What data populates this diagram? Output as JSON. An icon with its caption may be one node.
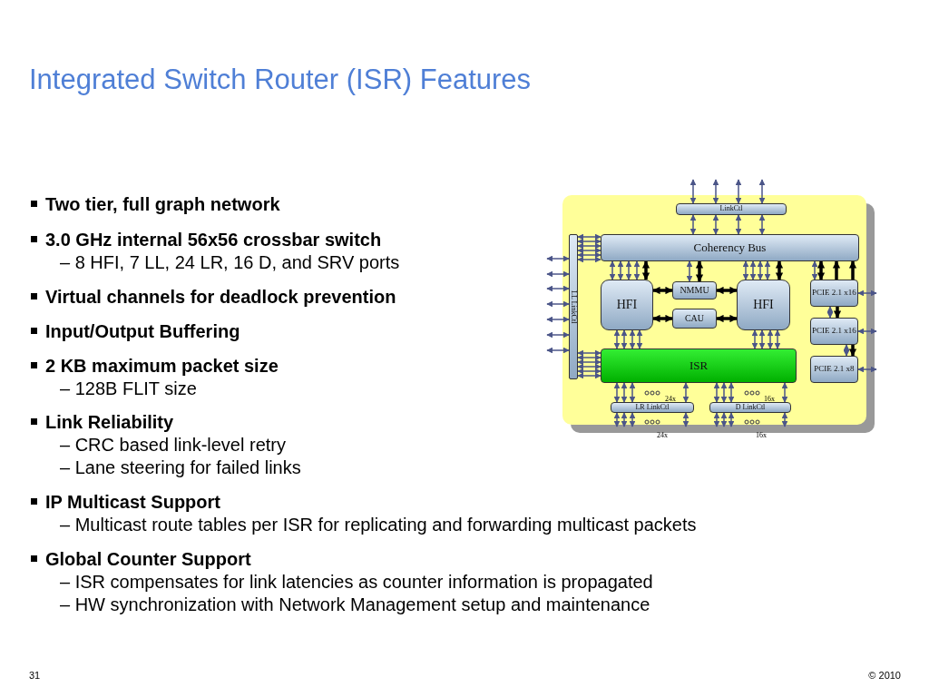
{
  "diagram": {
    "title": "Integrated Switch Router (ISR) Features",
    "nodes": [
      {
        "text": [],
        "shape": "box"
      },
      {
        "text": [
          "LinkCtl"
        ],
        "in": 0
      },
      {
        "text": [
          "Coherency Bus"
        ],
        "in": 0
      },
      {
        "text": [
          "LL LinkCtl"
        ],
        "in": 0
      },
      {
        "text": [
          "HFI"
        ],
        "in": 0
      },
      {
        "text": [
          "NMMU"
        ],
        "in": 0
      },
      {
        "text": [
          "CAU"
        ],
        "in": 0
      },
      {
        "text": [
          "HFI"
        ],
        "in": 0
      },
      {
        "text": [
          "PCIE 2.1 x16"
        ],
        "in": 0
      },
      {
        "text": [
          "PCIE 2.1 x16"
        ],
        "in": 0
      },
      {
        "text": [
          "PCIE 2.1 x8"
        ],
        "in": 0
      },
      {
        "text": [
          "ISR"
        ],
        "in": 0
      },
      {
        "text": [
          "LR LinkCtl"
        ],
        "in": 0
      },
      {
        "text": [
          "D LinkCtl"
        ],
        "in": 0
      }
    ],
    "edges": [
      {
        "from": 1,
        "to": null,
        "arrow": "both"
      },
      {
        "from": 1,
        "to": null,
        "arrow": "both"
      },
      {
        "from": 1,
        "to": null,
        "arrow": "both"
      },
      {
        "from": 1,
        "to": null,
        "arrow": "both"
      },
      {
        "from": 1,
        "to": 2,
        "arrow": "both"
      },
      {
        "from": 1,
        "to": 2,
        "arrow": "both"
      },
      {
        "from": 1,
        "to": 2,
        "arrow": "both"
      },
      {
        "from": 1,
        "to": 2,
        "arrow": "both"
      },
      {
        "from": 3,
        "to": 2,
        "arrow": "both"
      },
      {
        "from": 3,
        "to": 2,
        "arrow": "both"
      },
      {
        "from": 3,
        "to": 2,
        "arrow": "both"
      },
      {
        "from": 3,
        "to": 2,
        "arrow": "both"
      },
      {
        "from": 3,
        "to": 2,
        "arrow": "both"
      },
      {
        "from": 3,
        "to": 2,
        "arrow": "both"
      },
      {
        "from": 3,
        "to": null,
        "arrow": "both"
      },
      {
        "from": 3,
        "to": null,
        "arrow": "both"
      },
      {
        "from": 3,
        "to": null,
        "arrow": "both"
      },
      {
        "from": 3,
        "to": null,
        "arrow": "both"
      },
      {
        "from": 3,
        "to": null,
        "arrow": "both"
      },
      {
        "from": 3,
        "to": null,
        "arrow": "both"
      },
      {
        "from": 3,
        "to": null,
        "arrow": "both"
      },
      {
        "from": 3,
        "to": 11,
        "arrow": "both"
      },
      {
        "from": 3,
        "to": 11,
        "arrow": "both"
      },
      {
        "from": 3,
        "to": 11,
        "arrow": "both"
      },
      {
        "from": 3,
        "to": 11,
        "arrow": "both"
      },
      {
        "from": 3,
        "to": 11,
        "arrow": "both"
      },
      {
        "from": 3,
        "to": 11,
        "arrow": "both"
      },
      {
        "from": 2,
        "to": 4,
        "arrow": "both"
      },
      {
        "from": 2,
        "to": 4,
        "arrow": "both"
      },
      {
        "from": 2,
        "to": 4,
        "arrow": "both"
      },
      {
        "from": 2,
        "to": 4,
        "arrow": "both"
      },
      {
        "from": 2,
        "to": 4,
        "arrow": "both",
        "style": "thick",
        "color": "#000000"
      },
      {
        "from": 2,
        "to": 5,
        "arrow": "both"
      },
      {
        "from": 2,
        "to": 5,
        "arrow": "both",
        "style": "thick",
        "color": "#000000"
      },
      {
        "from": 2,
        "to": 7,
        "arrow": "both"
      },
      {
        "from": 2,
        "to": 7,
        "arrow": "both"
      },
      {
        "from": 2,
        "to": 7,
        "arrow": "both"
      },
      {
        "from": 2,
        "to": 7,
        "arrow": "both"
      },
      {
        "from": 2,
        "to": 7,
        "arrow": "both",
        "style": "thick",
        "color": "#000000"
      },
      {
        "from": 8,
        "to": 2,
        "arrow": "both"
      },
      {
        "from": 8,
        "to": 2,
        "arrow": "both",
        "style": "thick",
        "color": "#000000"
      },
      {
        "from": 8,
        "to": 2,
        "arrow": "to",
        "style": "thick",
        "color": "#000000"
      },
      {
        "from": 8,
        "to": 2,
        "arrow": "to",
        "style": "thick",
        "color": "#000000"
      },
      {
        "from": 4,
        "to": 5,
        "arrow": "both",
        "style": "thick",
        "color": "#000000"
      },
      {
        "from": 5,
        "to": 7,
        "arrow": "both",
        "style": "thick",
        "color": "#000000"
      },
      {
        "from": 4,
        "to": 6,
        "arrow": "both",
        "style": "thick",
        "color": "#000000"
      },
      {
        "from": 6,
        "to": 7,
        "arrow": "both",
        "style": "thick",
        "color": "#000000"
      },
      {
        "from": 8,
        "to": 9,
        "arrow": "both"
      },
      {
        "from": 8,
        "to": 9,
        "arrow": "to",
        "style": "thick",
        "color": "#000000"
      },
      {
        "from": 9,
        "to": 10,
        "arrow": "both"
      },
      {
        "from": 9,
        "to": 10,
        "arrow": "to",
        "style": "thick",
        "color": "#000000"
      },
      {
        "from": 8,
        "to": null,
        "arrow": "both"
      },
      {
        "from": 9,
        "to": null,
        "arrow": "both"
      },
      {
        "from": 10,
        "to": null,
        "arrow": "both"
      },
      {
        "from": 4,
        "to": 11,
        "arrow": "both"
      },
      {
        "from": 4,
        "to": 11,
        "arrow": "both"
      },
      {
        "from": 4,
        "to": 11,
        "arrow": "both"
      },
      {
        "from": 4,
        "to": 11,
        "arrow": "both"
      },
      {
        "from": 7,
        "to": 11,
        "arrow": "both"
      },
      {
        "from": 7,
        "to": 11,
        "arrow": "both"
      },
      {
        "from": 7,
        "to": 11,
        "arrow": "both"
      },
      {
        "from": 7,
        "to": 11,
        "arrow": "both"
      },
      {
        "from": 11,
        "to": 12,
        "arrow": "both"
      },
      {
        "from": 11,
        "to": 12,
        "arrow": "both"
      },
      {
        "from": 11,
        "to": 12,
        "arrow": "both"
      },
      {
        "from": 11,
        "to": 12,
        "arrow": "both"
      },
      {
        "from": 11,
        "to": 13,
        "arrow": "both"
      },
      {
        "from": 11,
        "to": 13,
        "arrow": "both"
      },
      {
        "from": 11,
        "to": 13,
        "arrow": "both"
      },
      {
        "from": 11,
        "to": 13,
        "arrow": "both"
      },
      {
        "from": 12,
        "to": null,
        "arrow": "both"
      },
      {
        "from": 12,
        "to": null,
        "arrow": "both"
      },
      {
        "from": 12,
        "to": null,
        "arrow": "both"
      },
      {
        "from": 12,
        "to": null,
        "arrow": "both"
      },
      {
        "from": 13,
        "to": null,
        "arrow": "both"
      },
      {
        "from": 13,
        "to": null,
        "arrow": "both"
      },
      {
        "from": 13,
        "to": null,
        "arrow": "both"
      },
      {
        "from": 13,
        "to": null,
        "arrow": "both"
      }
    ],
    "labels": [
      "Two tier, full graph network",
      "3.0 GHz internal 56x56 crossbar switch",
      "– 8 HFI, 7 LL, 24 LR, 16 D, and SRV ports",
      "Virtual channels for deadlock prevention",
      "Input/Output Buffering",
      "2 KB maximum packet size",
      "– 128B FLIT size",
      "Link Reliability",
      "– CRC based link-level retry",
      "– Lane steering for failed links",
      "IP Multicast Support",
      "– Multicast route tables per ISR for replicating and forwarding multicast packets",
      "Global Counter Support",
      "– ISR compensates for link latencies as counter information is propagated",
      "– HW synchronization with Network Management setup and maintenance",
      "24x",
      "16x",
      "24x",
      "16x",
      "31",
      "© 2010"
    ]
  }
}
